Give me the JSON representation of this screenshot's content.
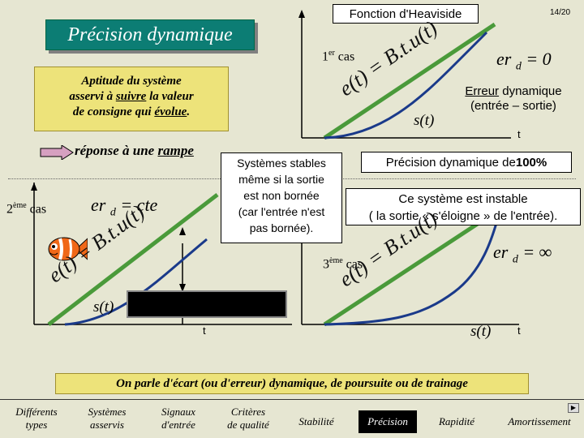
{
  "page_number": "14/20",
  "title": "Précision dynamique",
  "heaviside": "Fonction d'Heaviside",
  "aptitude": {
    "line1": "Aptitude du système",
    "line2a": "asservi à ",
    "line2b": "suivre",
    "line2c": " la valeur",
    "line3a": "de consigne qui ",
    "line3b": "évolue",
    "line3c": "."
  },
  "reponse": {
    "prefix": "réponse à une ",
    "word": "rampe"
  },
  "case1": {
    "num": "1",
    "sup": "er",
    "word": "cas",
    "er": "er",
    "sub": "d",
    "value": "= 0",
    "erreur1": "Erreur",
    "erreur2": " dynamique",
    "erreur3": "(entrée – sortie)"
  },
  "case2": {
    "num": "2",
    "sup": "ème",
    "word": "cas",
    "er": "er",
    "sub": "d",
    "value": "= cte"
  },
  "case3": {
    "num": "3",
    "sup": "ème",
    "word": "cas",
    "er": "er",
    "sub": "d",
    "value": "= ∞"
  },
  "input_label": "e(t) = B.t.u(t)",
  "output_label": "s(t)",
  "t_label": "t",
  "stables_box": [
    "Systèmes stables",
    "même si la sortie",
    "est non bornée",
    "(car l'entrée n'est",
    "pas bornée)."
  ],
  "precision100": {
    "text": "Précision dynamique de ",
    "value": "100%"
  },
  "instable_box": [
    "Ce système est instable",
    "( la sortie « s'éloigne » de l'entrée)."
  ],
  "bottom_banner": "On parle d'écart (ou d'erreur) dynamique, de poursuite ou de trainage",
  "nav": [
    {
      "label": "Différents\ntypes"
    },
    {
      "label": "Systèmes\nasservis"
    },
    {
      "label": "Signaux\nd'entrée"
    },
    {
      "label": "Critères\nde qualité"
    },
    {
      "label": "Stabilité"
    },
    {
      "label": "Précision"
    },
    {
      "label": "Rapidité"
    },
    {
      "label": "Amortissement"
    }
  ],
  "colors": {
    "background": "#e6e6d2",
    "input_line": "#4a9a3a",
    "output_line": "#1a3a8a",
    "title_bg": "#0c7d74",
    "nav_active": "#000000"
  }
}
